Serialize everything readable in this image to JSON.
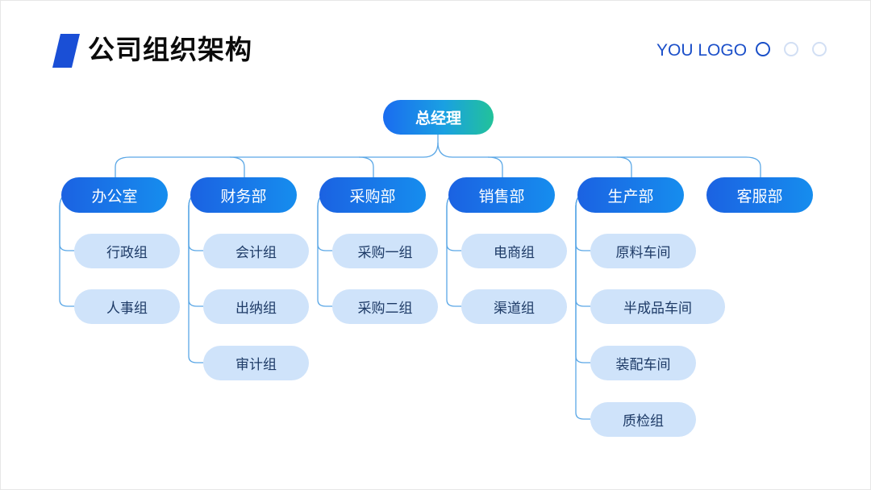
{
  "title": "公司组织架构",
  "logo": "YOU LOGO",
  "colors": {
    "accent": "#1a4fc8",
    "dept": "#1b62e2",
    "team": "#cfe3fa",
    "line": "#5aa7e6"
  },
  "root": "总经理",
  "departments": [
    {
      "name": "办公室",
      "teams": [
        "行政组",
        "人事组"
      ]
    },
    {
      "name": "财务部",
      "teams": [
        "会计组",
        "出纳组",
        "审计组"
      ]
    },
    {
      "name": "采购部",
      "teams": [
        "采购一组",
        "采购二组"
      ]
    },
    {
      "name": "销售部",
      "teams": [
        "电商组",
        "渠道组"
      ]
    },
    {
      "name": "生产部",
      "teams": [
        "原料车间",
        "半成品车间",
        "装配车间",
        "质检组"
      ]
    },
    {
      "name": "客服部",
      "teams": []
    }
  ]
}
